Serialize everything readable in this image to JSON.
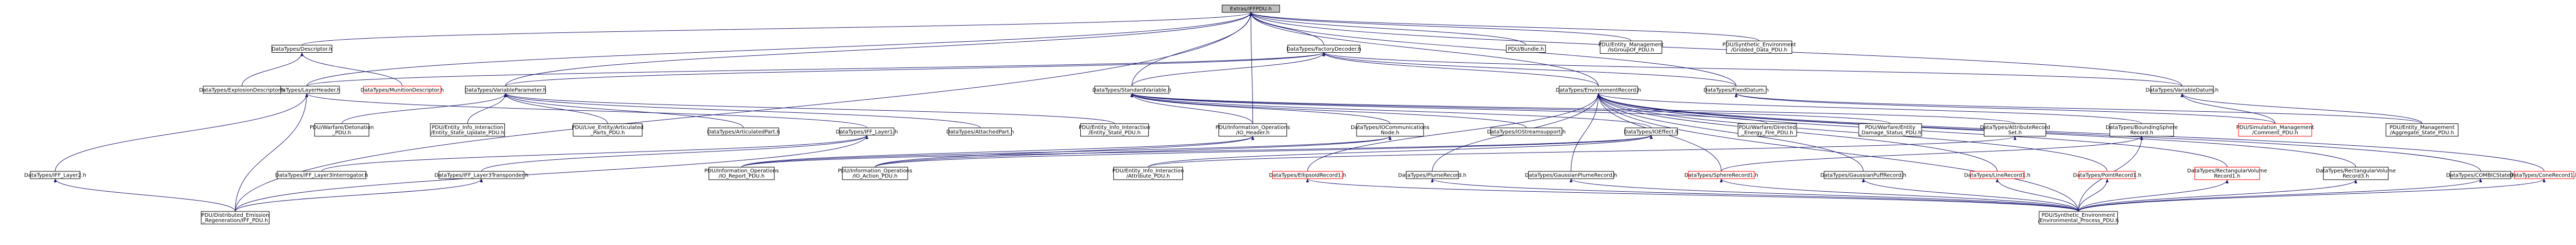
{
  "colors": {
    "edge": "#191970",
    "normal_border": "#000000",
    "incomplete_border": "#ff0000",
    "root_fill": "#bfbfbf",
    "node_fill": "#ffffff",
    "text": "#000000"
  },
  "nodes": [
    {
      "id": "root",
      "lines": [
        "Extras/IFFPDU.h"
      ],
      "root": true
    },
    {
      "id": "descriptor",
      "lines": [
        "DataTypes/Descriptor.h"
      ]
    },
    {
      "id": "factory",
      "lines": [
        "DataTypes/FactoryDecoder.h"
      ]
    },
    {
      "id": "bundle",
      "lines": [
        "PDU/Bundle.h"
      ]
    },
    {
      "id": "isgroupof",
      "lines": [
        "PDU/Entity_Management",
        "/IsGroupOf_PDU.h"
      ]
    },
    {
      "id": "gridded",
      "lines": [
        "PDU/Synthetic_Environment",
        "/Gridded_Data_PDU.h"
      ]
    },
    {
      "id": "layerheader",
      "lines": [
        "DataTypes/LayerHeader.h"
      ]
    },
    {
      "id": "explosion",
      "lines": [
        "DataTypes/ExplosionDescriptor.h"
      ]
    },
    {
      "id": "munition",
      "lines": [
        "DataTypes/MunitionDescriptor.h"
      ],
      "incomplete": true
    },
    {
      "id": "variableparam",
      "lines": [
        "DataTypes/VariableParameter.h"
      ]
    },
    {
      "id": "stdvariable",
      "lines": [
        "DataTypes/StandardVariable.h"
      ]
    },
    {
      "id": "envrecord",
      "lines": [
        "DataTypes/EnvironmentRecord.h"
      ]
    },
    {
      "id": "fixeddatum",
      "lines": [
        "DataTypes/FixedDatum.h"
      ]
    },
    {
      "id": "variabledatum",
      "lines": [
        "DataTypes/VariableDatum.h"
      ]
    },
    {
      "id": "iffdetails",
      "lines": [
        "PDU/Warfare/Detonation",
        "_PDU.h"
      ]
    },
    {
      "id": "entitystate_update",
      "lines": [
        "PDU/Entity_Info_Interaction",
        "/Entity_State_Update_PDU.h"
      ]
    },
    {
      "id": "lefparts",
      "lines": [
        "PDU/Live_Entity/Articulated",
        "_Parts_PDU.h"
      ]
    },
    {
      "id": "articulated",
      "lines": [
        "DataTypes/ArticulatedPart.h"
      ]
    },
    {
      "id": "iff_layer1",
      "lines": [
        "DataTypes/IFF_Layer1.h"
      ]
    },
    {
      "id": "attached",
      "lines": [
        "DataTypes/AttachedPart.h"
      ]
    },
    {
      "id": "entitystate",
      "lines": [
        "PDU/Entity_Info_Interaction",
        "/Entity_State_PDU.h"
      ]
    },
    {
      "id": "ioheader",
      "lines": [
        "PDU/Information_Operations",
        "/IO_Header.h"
      ]
    },
    {
      "id": "iocomms",
      "lines": [
        "DataTypes/IOCommunications",
        "Node.h"
      ]
    },
    {
      "id": "iostream",
      "lines": [
        "DataTypes/IOStreamsupport.h"
      ]
    },
    {
      "id": "ioeffect",
      "lines": [
        "DataTypes/IOEffect.h"
      ]
    },
    {
      "id": "directedenergy",
      "lines": [
        "PDU/Warfare/Directed",
        "_Energy_Fire_PDU.h"
      ]
    },
    {
      "id": "entitydamage",
      "lines": [
        "PDU/Warfare/Entity",
        "_Damage_Status_PDU.h"
      ]
    },
    {
      "id": "attrrecordset",
      "lines": [
        "DataTypes/AttributeRecord",
        "Set.h"
      ]
    },
    {
      "id": "boundingsphere",
      "lines": [
        "DataTypes/BoundingSphere",
        "Record.h"
      ]
    },
    {
      "id": "simmgmt_comment",
      "lines": [
        "PDU/Simulation_Management",
        "/Comment_PDU.h"
      ],
      "incomplete": true
    },
    {
      "id": "aggregate",
      "lines": [
        "PDU/Entity_Management",
        "/Aggregate_State_PDU.h"
      ]
    },
    {
      "id": "iff_layer2",
      "lines": [
        "DataTypes/IFF_Layer2.h"
      ]
    },
    {
      "id": "iff_layer3int",
      "lines": [
        "DataTypes/IFF_Layer3Interrogator.h"
      ]
    },
    {
      "id": "iff_layer3tr",
      "lines": [
        "DataTypes/IFF_Layer3Transponder.h"
      ]
    },
    {
      "id": "io_report",
      "lines": [
        "PDU/Information_Operations",
        "/IO_Report_PDU.h"
      ]
    },
    {
      "id": "io_action",
      "lines": [
        "PDU/Information_Operations",
        "/IO_Action_PDU.h"
      ]
    },
    {
      "id": "attribute_pdu",
      "lines": [
        "PDU/Entity_Info_Interaction",
        "/Attribute_PDU.h"
      ]
    },
    {
      "id": "ellipsoid",
      "lines": [
        "DataTypes/EllipsoidRecord1.h"
      ],
      "incomplete": true
    },
    {
      "id": "plumerec",
      "lines": [
        "DataTypes/PlumeRecord.h"
      ]
    },
    {
      "id": "gaussianplume",
      "lines": [
        "DataTypes/GaussianPlumeRecord.h"
      ]
    },
    {
      "id": "spherepdu",
      "lines": [
        "DataTypes/SphereRecord1.h"
      ],
      "incomplete": true
    },
    {
      "id": "gaussianpuff",
      "lines": [
        "DataTypes/GaussianPuffRecord.h"
      ]
    },
    {
      "id": "linerec",
      "lines": [
        "DataTypes/LineRecord1.h"
      ],
      "incomplete": true
    },
    {
      "id": "pointrec",
      "lines": [
        "DataTypes/PointRecord1.h"
      ],
      "incomplete": true
    },
    {
      "id": "rectvol",
      "lines": [
        "DataTypes/RectangularVolume",
        "Record1.h"
      ],
      "incomplete": true
    },
    {
      "id": "rectvol3",
      "lines": [
        "DataTypes/RectangularVolume",
        "Record3.h"
      ]
    },
    {
      "id": "combicstate",
      "lines": [
        "DataTypes/COMBICState.h"
      ]
    },
    {
      "id": "conerecord",
      "lines": [
        "DataTypes/ConeRecord1.h"
      ],
      "incomplete": true
    },
    {
      "id": "distributed_emission",
      "lines": [
        "PDU/Distributed_Emission",
        "_Regeneration/IFF_PDU.h"
      ]
    },
    {
      "id": "env_process",
      "lines": [
        "PDU/Synthetic_Environment",
        "/Environmental_Process_PDU.h"
      ]
    }
  ],
  "edges": [
    [
      "descriptor",
      "root"
    ],
    [
      "factory",
      "root"
    ],
    [
      "bundle",
      "root"
    ],
    [
      "isgroupof",
      "root"
    ],
    [
      "gridded",
      "root"
    ],
    [
      "layerheader",
      "root"
    ],
    [
      "variableparam",
      "root"
    ],
    [
      "stdvariable",
      "root"
    ],
    [
      "envrecord",
      "root"
    ],
    [
      "fixeddatum",
      "root"
    ],
    [
      "variabledatum",
      "root"
    ],
    [
      "ioheader",
      "root"
    ],
    [
      "distributed_emission",
      "root"
    ],
    [
      "explosion",
      "descriptor"
    ],
    [
      "munition",
      "descriptor"
    ],
    [
      "layerheader",
      "factory"
    ],
    [
      "variableparam",
      "factory"
    ],
    [
      "stdvariable",
      "factory"
    ],
    [
      "envrecord",
      "factory"
    ],
    [
      "fixeddatum",
      "factory"
    ],
    [
      "variabledatum",
      "factory"
    ],
    [
      "iff_layer1",
      "layerheader"
    ],
    [
      "iff_layer2",
      "layerheader"
    ],
    [
      "distributed_emission",
      "layerheader"
    ],
    [
      "iffdetails",
      "variableparam"
    ],
    [
      "entitystate_update",
      "variableparam"
    ],
    [
      "lefparts",
      "variableparam"
    ],
    [
      "articulated",
      "variableparam"
    ],
    [
      "attached",
      "variableparam"
    ],
    [
      "entitystate",
      "variableparam"
    ],
    [
      "iocomms",
      "stdvariable"
    ],
    [
      "iostream",
      "stdvariable"
    ],
    [
      "ioeffect",
      "stdvariable"
    ],
    [
      "directedenergy",
      "stdvariable"
    ],
    [
      "entitydamage",
      "stdvariable"
    ],
    [
      "attrrecordset",
      "stdvariable"
    ],
    [
      "ioheader",
      "stdvariable"
    ],
    [
      "boundingsphere",
      "envrecord"
    ],
    [
      "ellipsoid",
      "envrecord"
    ],
    [
      "plumerec",
      "envrecord"
    ],
    [
      "gaussianplume",
      "envrecord"
    ],
    [
      "spherepdu",
      "envrecord"
    ],
    [
      "gaussianpuff",
      "envrecord"
    ],
    [
      "linerec",
      "envrecord"
    ],
    [
      "pointrec",
      "envrecord"
    ],
    [
      "rectvol",
      "envrecord"
    ],
    [
      "rectvol3",
      "envrecord"
    ],
    [
      "combicstate",
      "envrecord"
    ],
    [
      "conerecord",
      "envrecord"
    ],
    [
      "env_process",
      "envrecord"
    ],
    [
      "simmgmt_comment",
      "fixeddatum"
    ],
    [
      "aggregate",
      "fixeddatum"
    ],
    [
      "simmgmt_comment",
      "variabledatum"
    ],
    [
      "aggregate",
      "variabledatum"
    ],
    [
      "iff_layer3int",
      "iff_layer1"
    ],
    [
      "iff_layer3tr",
      "iff_layer1"
    ],
    [
      "distributed_emission",
      "iff_layer1"
    ],
    [
      "distributed_emission",
      "iff_layer2"
    ],
    [
      "distributed_emission",
      "iff_layer3tr"
    ],
    [
      "io_report",
      "ioheader"
    ],
    [
      "io_action",
      "ioheader"
    ],
    [
      "io_report",
      "iocomms"
    ],
    [
      "io_action",
      "iocomms"
    ],
    [
      "io_report",
      "ioeffect"
    ],
    [
      "io_action",
      "ioeffect"
    ],
    [
      "attribute_pdu",
      "ioeffect"
    ],
    [
      "attribute_pdu",
      "attrrecordset"
    ],
    [
      "env_process",
      "boundingsphere"
    ],
    [
      "spherepdu",
      "boundingsphere"
    ],
    [
      "env_process",
      "ellipsoid"
    ],
    [
      "env_process",
      "plumerec"
    ],
    [
      "env_process",
      "gaussianplume"
    ],
    [
      "env_process",
      "spherepdu"
    ],
    [
      "env_process",
      "gaussianpuff"
    ],
    [
      "env_process",
      "linerec"
    ],
    [
      "env_process",
      "pointrec"
    ],
    [
      "env_process",
      "rectvol"
    ],
    [
      "env_process",
      "rectvol3"
    ],
    [
      "env_process",
      "combicstate"
    ],
    [
      "env_process",
      "conerecord"
    ]
  ]
}
